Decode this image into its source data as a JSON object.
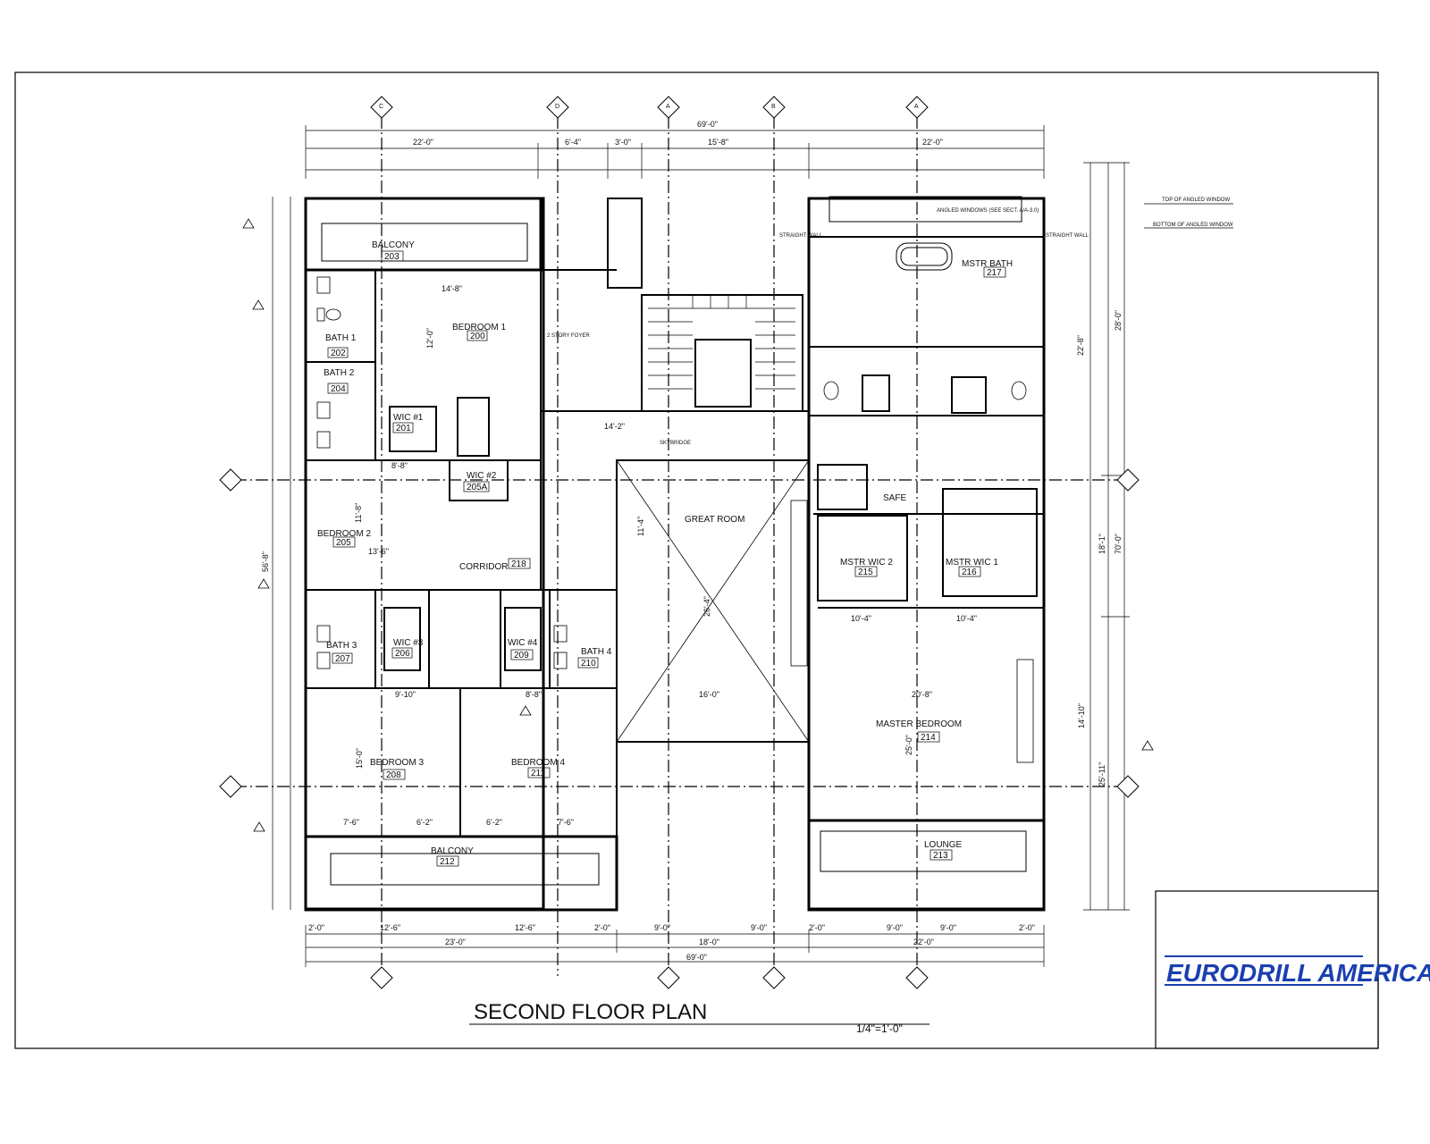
{
  "drawing": {
    "title": "SECOND FLOOR PLAN",
    "scale": "1/4\"=1'-0\"",
    "company": "EURODRILL AMERICA"
  },
  "rooms": [
    {
      "id": "balcony-top",
      "label": "BALCONY",
      "number": "203"
    },
    {
      "id": "bedroom-1",
      "label": "BEDROOM 1",
      "number": "200"
    },
    {
      "id": "bath-1",
      "label": "BATH 1",
      "number": "202"
    },
    {
      "id": "bath-2",
      "label": "BATH 2",
      "number": "204"
    },
    {
      "id": "wic-1",
      "label": "WIC #1",
      "number": "201"
    },
    {
      "id": "wic-2",
      "label": "WIC #2",
      "number": "205A"
    },
    {
      "id": "bedroom-2",
      "label": "BEDROOM 2",
      "number": "205"
    },
    {
      "id": "corridor",
      "label": "CORRIDOR",
      "number": "218"
    },
    {
      "id": "bath-3",
      "label": "BATH 3",
      "number": "207"
    },
    {
      "id": "wic-3",
      "label": "WIC #3",
      "number": "206"
    },
    {
      "id": "wic-4",
      "label": "WIC #4",
      "number": "209"
    },
    {
      "id": "bath-4",
      "label": "BATH 4",
      "number": "210"
    },
    {
      "id": "bedroom-3",
      "label": "BEDROOM 3",
      "number": "208"
    },
    {
      "id": "bedroom-4",
      "label": "BEDROOM 4",
      "number": "211"
    },
    {
      "id": "balcony-bottom",
      "label": "BALCONY",
      "number": "212"
    },
    {
      "id": "great-room",
      "label": "GREAT ROOM",
      "number": ""
    },
    {
      "id": "foyer",
      "label": "2 STORY FOYER",
      "number": ""
    },
    {
      "id": "bridge",
      "label": "SKYBRIDGE",
      "number": ""
    },
    {
      "id": "mstr-bath",
      "label": "MSTR BATH",
      "number": "217"
    },
    {
      "id": "mstr-wic-2",
      "label": "MSTR WIC 2",
      "number": "215"
    },
    {
      "id": "mstr-wic-1",
      "label": "MSTR WIC 1",
      "number": "216"
    },
    {
      "id": "safe",
      "label": "SAFE",
      "number": ""
    },
    {
      "id": "master-bedroom",
      "label": "MASTER BEDROOM",
      "number": "214"
    },
    {
      "id": "lounge",
      "label": "LOUNGE",
      "number": "213"
    }
  ],
  "dimensions": {
    "overall_top": "69'-0\"",
    "overall_bottom": "69'-0\"",
    "overall_left": "56'-8\"",
    "overall_right": "70'-0\"",
    "top_segments": [
      "22'-0\"",
      "6'-4\"",
      "3'-0\"",
      "15'-8\"",
      "22'-0\""
    ],
    "bottom_segments": [
      "23'-0\"",
      "18'-0\"",
      "22'-0\""
    ],
    "bottom_detail": [
      "2'-0\"",
      "12'-6\"",
      "12'-6\"",
      "2'-0\"",
      "9'-0\"",
      "9'-0\"",
      "2'-0\"",
      "9'-0\"",
      "9'-0\"",
      "2'-0\""
    ],
    "right_segments": [
      "28'-0\"",
      "18'-1\"",
      "25'-11\""
    ],
    "room_dims": [
      "14'-8\"",
      "12'-0\"",
      "13'-6\"",
      "11'-8\"",
      "15'-0\"",
      "9'-10\"",
      "8'-8\"",
      "16'-0\"",
      "26'-4\"",
      "11'-4\"",
      "20'-8\"",
      "25'-0\"",
      "14'-10\"",
      "10'-4\"",
      "10'-4\"",
      "22'-8\"",
      "14'-2\"",
      "8'-8\"",
      "7'-6\"",
      "6'-2\"",
      "6'-2\"",
      "7'-6\""
    ]
  },
  "notes": {
    "top_angled": "TOP OF ANGLED WINDOW",
    "bottom_angled": "BOTTOM OF ANGLED WINDOW",
    "angled_windows": "ANGLED WINDOWS (SEE SECT. A/A-3.0)",
    "straight_wall": "STRAIGHT WALL"
  },
  "grid_tags": [
    "C",
    "D",
    "A",
    "B",
    "A"
  ]
}
